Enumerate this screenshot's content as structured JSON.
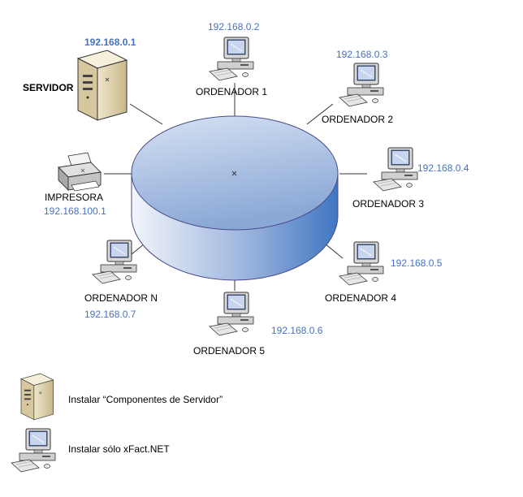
{
  "server": {
    "label": "SERVIDOR",
    "ip": "192.168.0.1"
  },
  "printer": {
    "label": "IMPRESORA",
    "ip": "192.168.100.1"
  },
  "computers": [
    {
      "label": "ORDENADOR 1",
      "ip": "192.168.0.2"
    },
    {
      "label": "ORDENADOR 2",
      "ip": "192.168.0.3"
    },
    {
      "label": "ORDENADOR 3",
      "ip": "192.168.0.4"
    },
    {
      "label": "ORDENADOR 4",
      "ip": "192.168.0.5"
    },
    {
      "label": "ORDENADOR 5",
      "ip": "192.168.0.6"
    },
    {
      "label": "ORDENADOR N",
      "ip": "192.168.0.7"
    }
  ],
  "legend": {
    "server_text": "Instalar “Componentes de Servidor”",
    "client_text": "Instalar sólo xFact.NET"
  },
  "colors": {
    "ip": "#4472c4",
    "hub_top": "#8faedb",
    "hub_side": "#5b87c5"
  }
}
